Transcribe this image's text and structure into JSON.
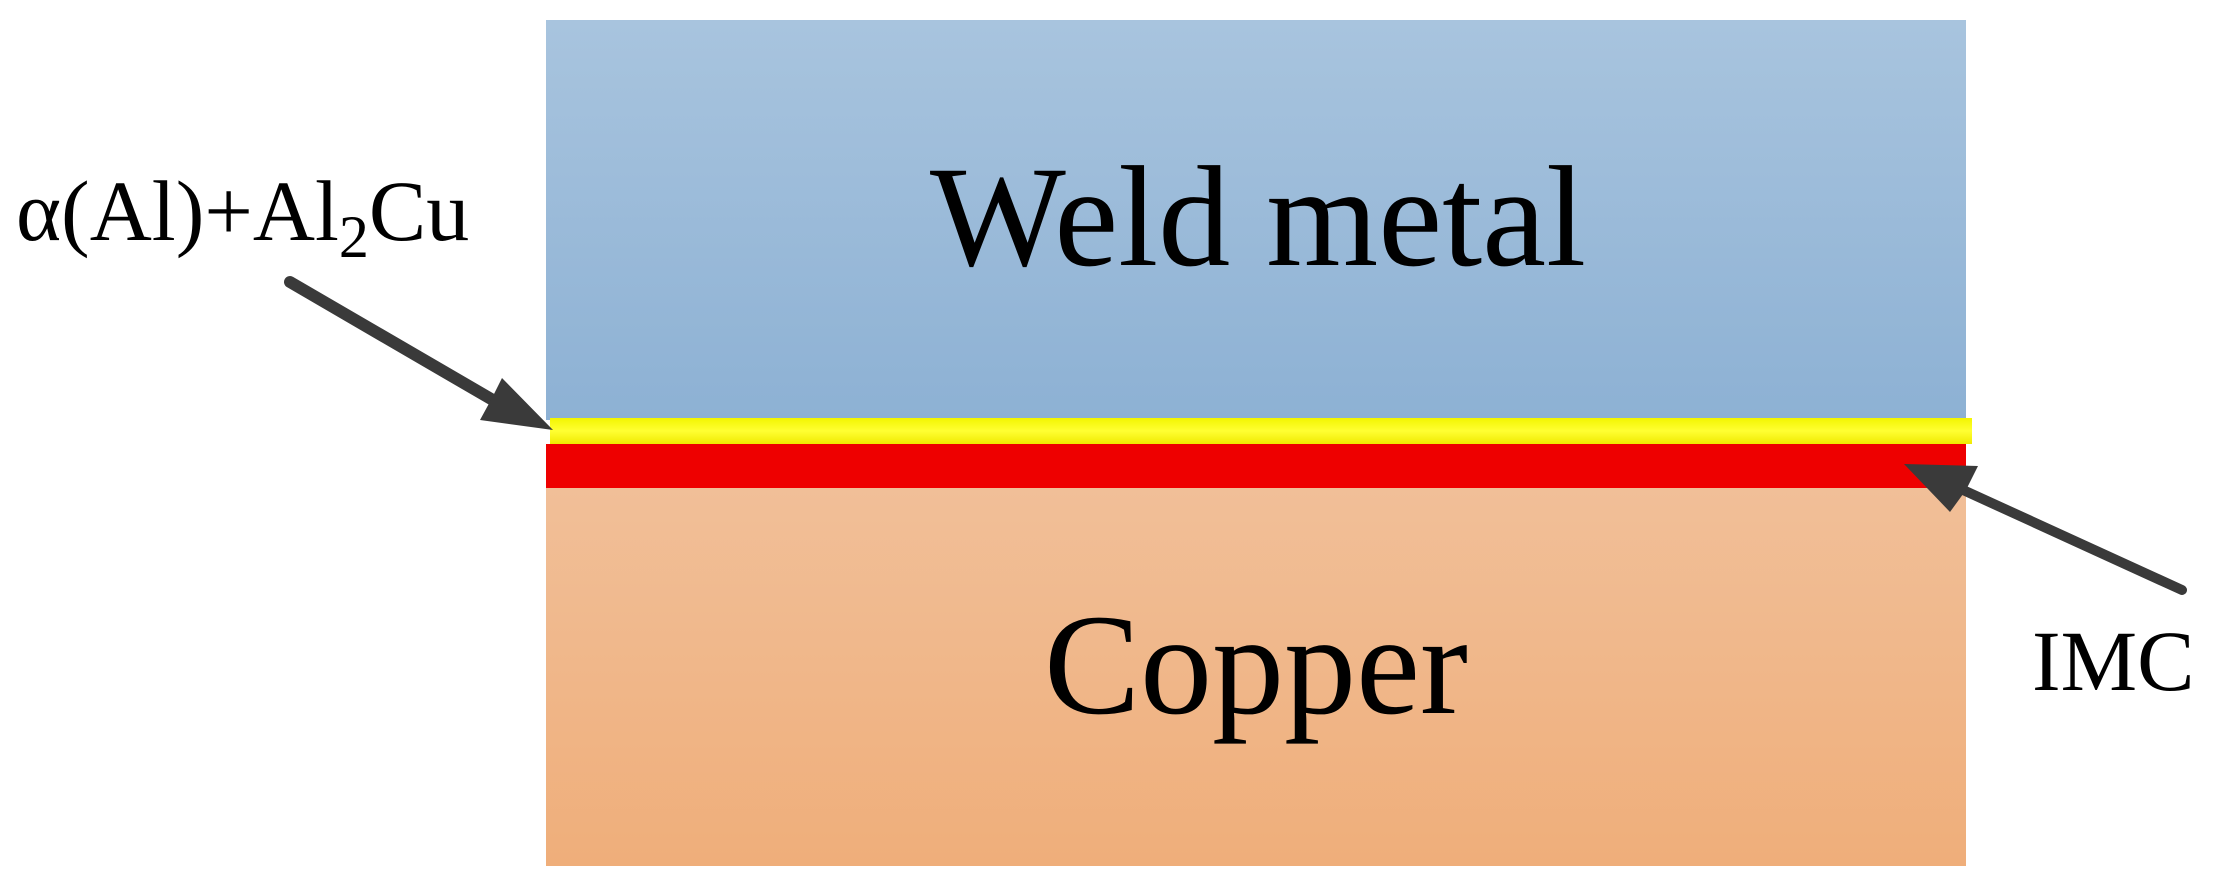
{
  "diagram": {
    "layers": {
      "weld_metal": {
        "label": "Weld metal",
        "color": "#9bbbd9"
      },
      "alcu_layer": {
        "color": "#ffff00"
      },
      "imc_layer": {
        "color": "#ee0000"
      },
      "copper": {
        "label": "Copper",
        "color": "#f0b68a"
      }
    },
    "annotations": {
      "alcu": {
        "prefix": "α(Al)+Al",
        "subscript": "2",
        "suffix": "Cu"
      },
      "imc": {
        "label": "IMC"
      }
    },
    "arrow_color": "#3a3a3a"
  }
}
